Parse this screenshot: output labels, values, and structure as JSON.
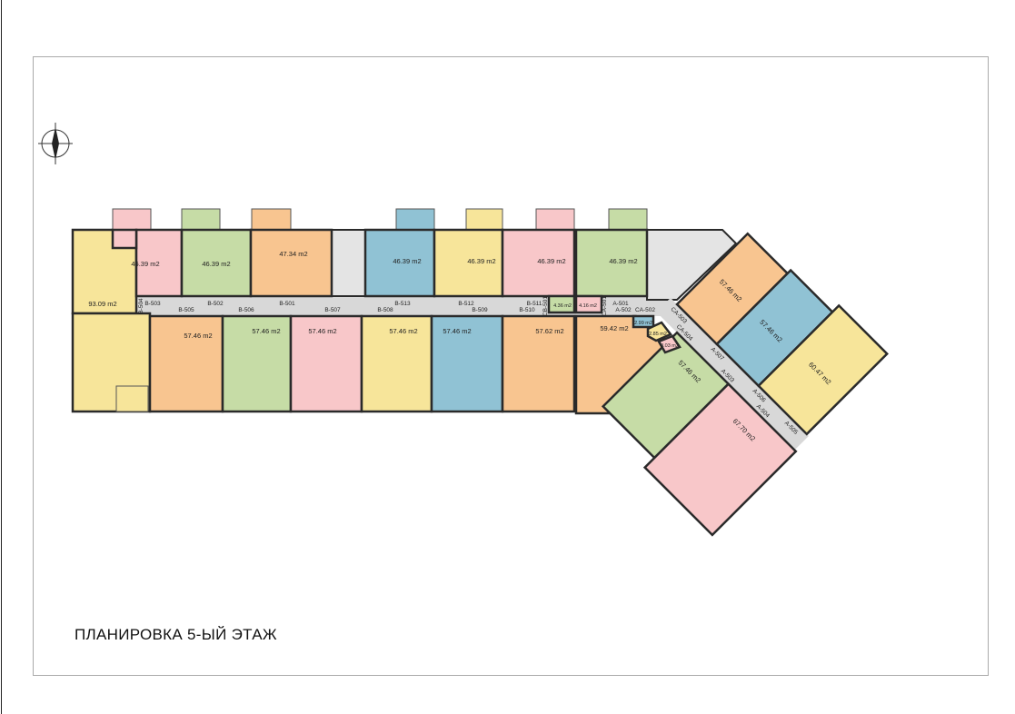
{
  "title": "ПЛАНИРОВКА 5-ЫЙ ЭТАЖ",
  "compass": "north-arrow-icon",
  "colors": {
    "yellow": "#f7e59a",
    "pink": "#f8c7c9",
    "green": "#c6dca6",
    "orange": "#f8c590",
    "blue": "#90c2d4",
    "corridor": "#d8d8d8"
  },
  "units_top": [
    {
      "area": "46.39 m2",
      "color": "pink"
    },
    {
      "area": "46.39 m2",
      "color": "green"
    },
    {
      "area": "47.34 m2",
      "color": "orange"
    },
    {
      "area": "46.39 m2",
      "color": "blue"
    },
    {
      "area": "46.39 m2",
      "color": "yellow"
    },
    {
      "area": "46.39 m2",
      "color": "pink"
    },
    {
      "area": "46.39 m2",
      "color": "green"
    }
  ],
  "unit_corner": {
    "area": "93.09 m2",
    "color": "yellow"
  },
  "units_bottom": [
    {
      "area": "57.46 m2",
      "color": "orange"
    },
    {
      "area": "57.46 m2",
      "color": "green"
    },
    {
      "area": "57.46 m2",
      "color": "pink"
    },
    {
      "area": "57.46 m2",
      "color": "yellow"
    },
    {
      "area": "57.46 m2",
      "color": "blue"
    },
    {
      "area": "57.62 m2",
      "color": "orange"
    },
    {
      "area": "59.42 m2",
      "color": "orange"
    }
  ],
  "units_wing": [
    {
      "area": "57.46 m2",
      "color": "orange"
    },
    {
      "area": "57.46 m2",
      "color": "blue"
    },
    {
      "area": "60.47 m2",
      "color": "yellow"
    },
    {
      "area": "57.46 m2",
      "color": "green"
    },
    {
      "area": "67.70 m2",
      "color": "pink"
    }
  ],
  "storage": [
    {
      "area": "4.36 m2",
      "color": "green"
    },
    {
      "area": "4.16 m2",
      "color": "pink"
    },
    {
      "area": "2.99 m2",
      "color": "blue"
    },
    {
      "area": "2.85 m2",
      "color": "yellow"
    },
    {
      "area": "3.03 m2",
      "color": "pink"
    }
  ],
  "unit_ids": {
    "b503": "B-503",
    "b502": "B-502",
    "b501": "B-501",
    "b513": "B-513",
    "b512": "B-512",
    "b511": "B-511",
    "b504": "B-504",
    "b505": "B-505",
    "b506": "B-506",
    "b507": "B-507",
    "b508": "B-508",
    "b509": "B-509",
    "b510": "B-510",
    "cb501": "CB-501",
    "ca501": "CA-501",
    "a501": "A-501",
    "a502": "A-502",
    "ca502": "CA-502",
    "ca503": "CA-503",
    "ca504": "CA-504",
    "a507": "A-507",
    "a503": "A-503",
    "a506": "A-506",
    "a504": "A-504",
    "a505": "A-505"
  }
}
